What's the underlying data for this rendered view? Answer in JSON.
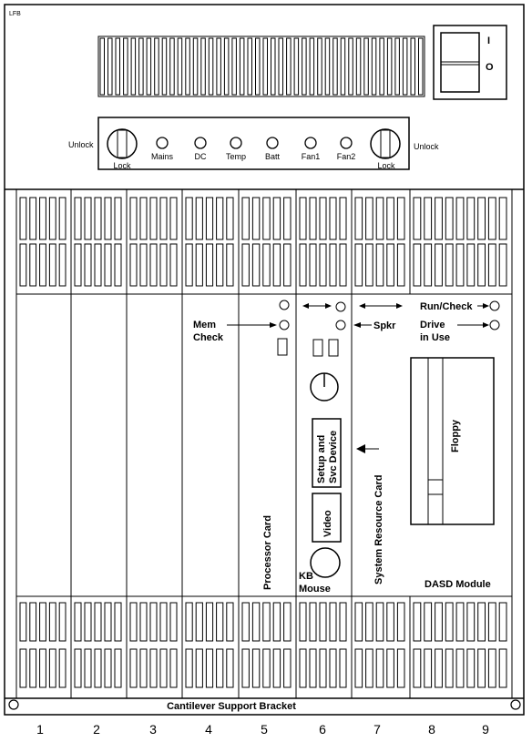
{
  "corner_mark": "LFB",
  "panel": {
    "switch_on_label": "I",
    "switch_off_label": "O",
    "unlock_left": "Unlock",
    "unlock_right": "Unlock",
    "lock_left": "Lock",
    "lock_right": "Lock",
    "indicators": [
      "Mains",
      "DC",
      "Temp",
      "Batt",
      "Fan1",
      "Fan2"
    ]
  },
  "labels": {
    "mem_check_line1": "Mem",
    "mem_check_line2": "Check",
    "spkr": "Spkr",
    "run_check": "Run/Check",
    "drive_line1": "Drive",
    "drive_line2": "in Use",
    "floppy": "Floppy",
    "setup_line1": "Setup and",
    "setup_line2": "Svc Device",
    "video": "Video",
    "kb_line1": "KB",
    "kb_line2": "Mouse",
    "processor_card": "Processor Card",
    "system_resource_card": "System Resource Card",
    "dasd_module": "DASD Module",
    "bracket": "Cantilever Support Bracket"
  },
  "slot_numbers": [
    "1",
    "2",
    "3",
    "4",
    "5",
    "6",
    "7",
    "8",
    "9"
  ]
}
